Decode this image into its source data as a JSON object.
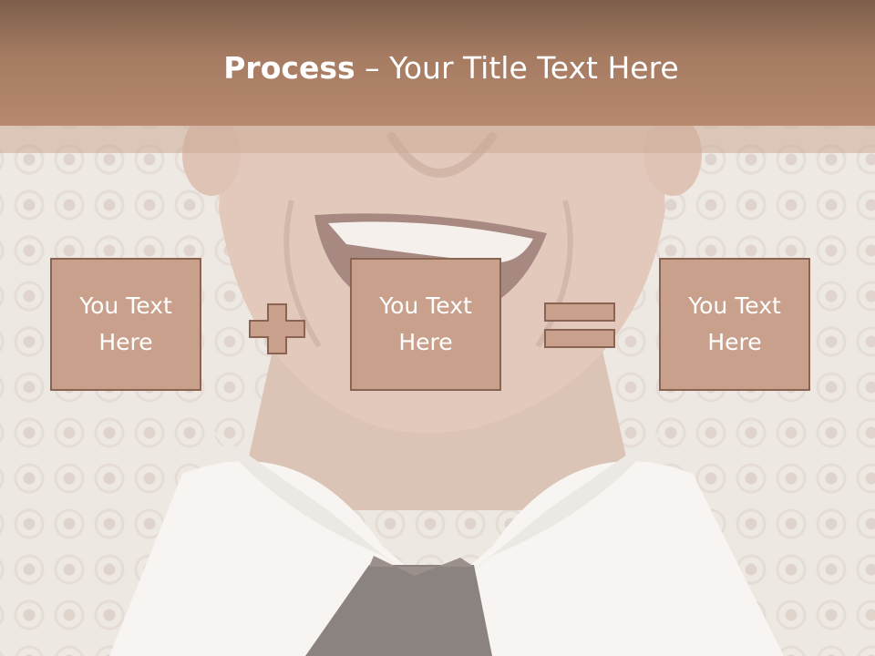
{
  "slide": {
    "title_bold": "Process",
    "title_sep": " – ",
    "title_rest": "Your Title Text Here"
  },
  "process": {
    "box1": "You Text Here",
    "box2": "You Text Here",
    "box3": "You Text Here",
    "operator1": "plus-icon",
    "operator2": "equals-icon"
  },
  "colors": {
    "title_band": "#a57b62",
    "box_fill": "#c9a08c",
    "box_border": "#8a6452",
    "operator_fill": "#c9a08c"
  }
}
